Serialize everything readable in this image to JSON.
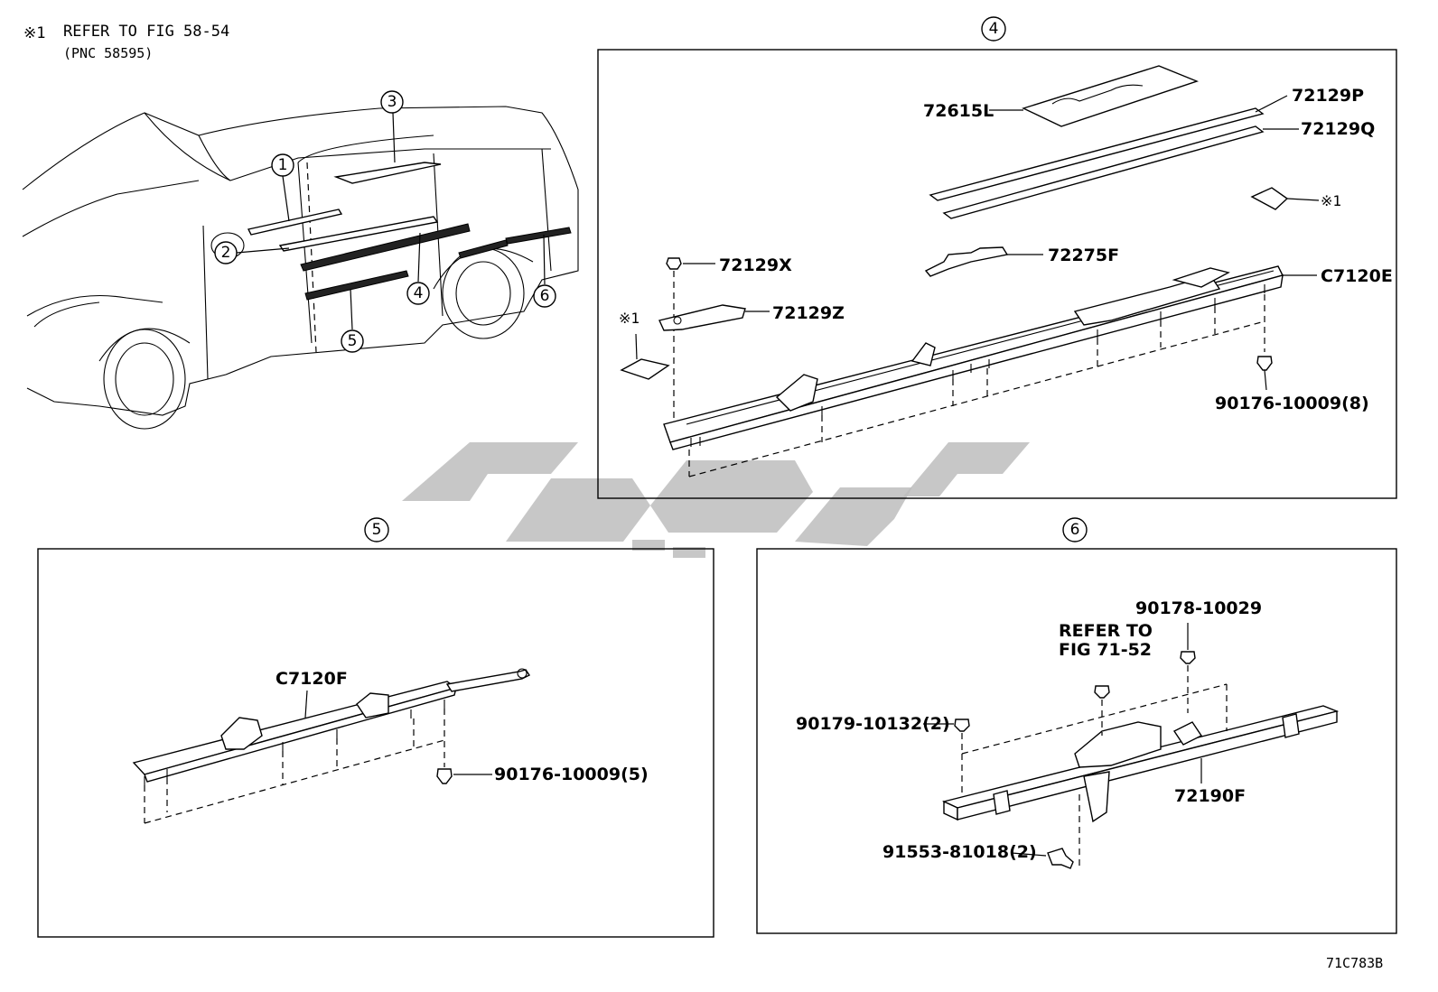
{
  "note": {
    "mark": "※1",
    "line1": "REFER TO FIG 58-54",
    "line2": "(PNC 58595)"
  },
  "overview_callouts": [
    "1",
    "2",
    "3",
    "4",
    "5",
    "6"
  ],
  "panel4": {
    "number": "4",
    "parts": {
      "p72615L": "72615L",
      "p72129P": "72129P",
      "p72129Q": "72129Q",
      "ref1a": "※1",
      "p72129X": "72129X",
      "p72275F": "72275F",
      "pC7120E": "C7120E",
      "p72129Z": "72129Z",
      "ref1b": "※1",
      "p90176": "90176-10009(8)"
    }
  },
  "panel5": {
    "number": "5",
    "parts": {
      "pC7120F": "C7120F",
      "p90176": "90176-10009(5)"
    }
  },
  "panel6": {
    "number": "6",
    "parts": {
      "p90178": "90178-10029",
      "refer1": "REFER TO",
      "refer2": "FIG 71-52",
      "p90179": "90179-10132(2)",
      "p72190F": "72190F",
      "p91553": "91553-81018(2)"
    }
  },
  "figure_id": "71C783B"
}
